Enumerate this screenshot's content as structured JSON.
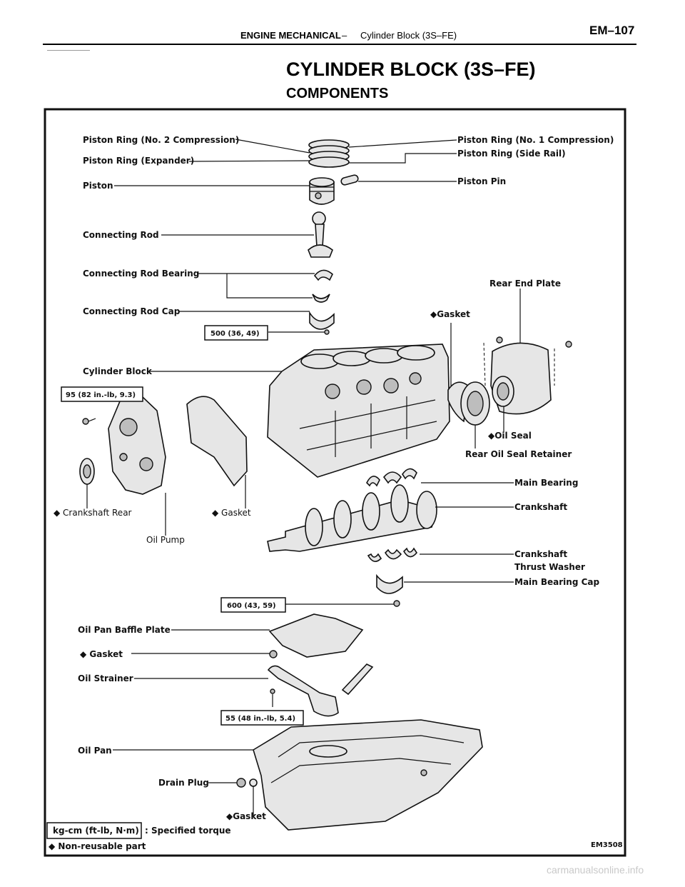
{
  "header": {
    "section": "ENGINE MECHANICAL",
    "separator": "–",
    "subsection": "Cylinder Block (3S–FE)",
    "page": "EM–107"
  },
  "title": "CYLINDER BLOCK (3S–FE)",
  "subtitle": "COMPONENTS",
  "labels": {
    "piston_ring_no2": "Piston Ring (No. 2 Compression)",
    "piston_ring_expander": "Piston Ring (Expander)",
    "piston": "Piston",
    "piston_ring_no1": "Piston Ring (No. 1 Compression)",
    "piston_ring_side_rail": "Piston Ring (Side Rail)",
    "piston_pin": "Piston Pin",
    "connecting_rod": "Connecting Rod",
    "connecting_rod_bearing": "Connecting Rod Bearing",
    "connecting_rod_cap": "Connecting Rod Cap",
    "rear_end_plate": "Rear End Plate",
    "gasket_rear": "◆Gasket",
    "cylinder_block": "Cylinder Block",
    "oil_seal": "◆Oil Seal",
    "rear_oil_seal_retainer": "Rear Oil Seal Retainer",
    "main_bearing": "Main Bearing",
    "crankshaft": "Crankshaft",
    "crankshaft_thrust_washer_1": "Crankshaft",
    "crankshaft_thrust_washer_2": "Thrust Washer",
    "main_bearing_cap": "Main Bearing Cap",
    "crankshaft_rear": "◆ Crankshaft Rear",
    "gasket_pump": "◆ Gasket",
    "oil_pump": "Oil Pump",
    "oil_pan_baffle_plate": "Oil Pan Baffle Plate",
    "gasket_strainer": "◆  Gasket",
    "oil_strainer": "Oil Strainer",
    "oil_pan": "Oil Pan",
    "drain_plug": "Drain Plug",
    "gasket_drain": "◆Gasket"
  },
  "torques": {
    "rod_cap": "500 (36, 49)",
    "oil_pump": "95 (82 in.-lb, 9.3)",
    "main_cap": "600 (43, 59)",
    "strainer": "55 (48 in.-lb, 5.4)"
  },
  "legend": {
    "torque_box": "kg-cm (ft-lb, N·m)",
    "torque_text": ":  Specified torque",
    "nonreusable": "◆ Non-reusable part"
  },
  "figure_code": "EM3508",
  "watermark": "carmanualsonline.info"
}
